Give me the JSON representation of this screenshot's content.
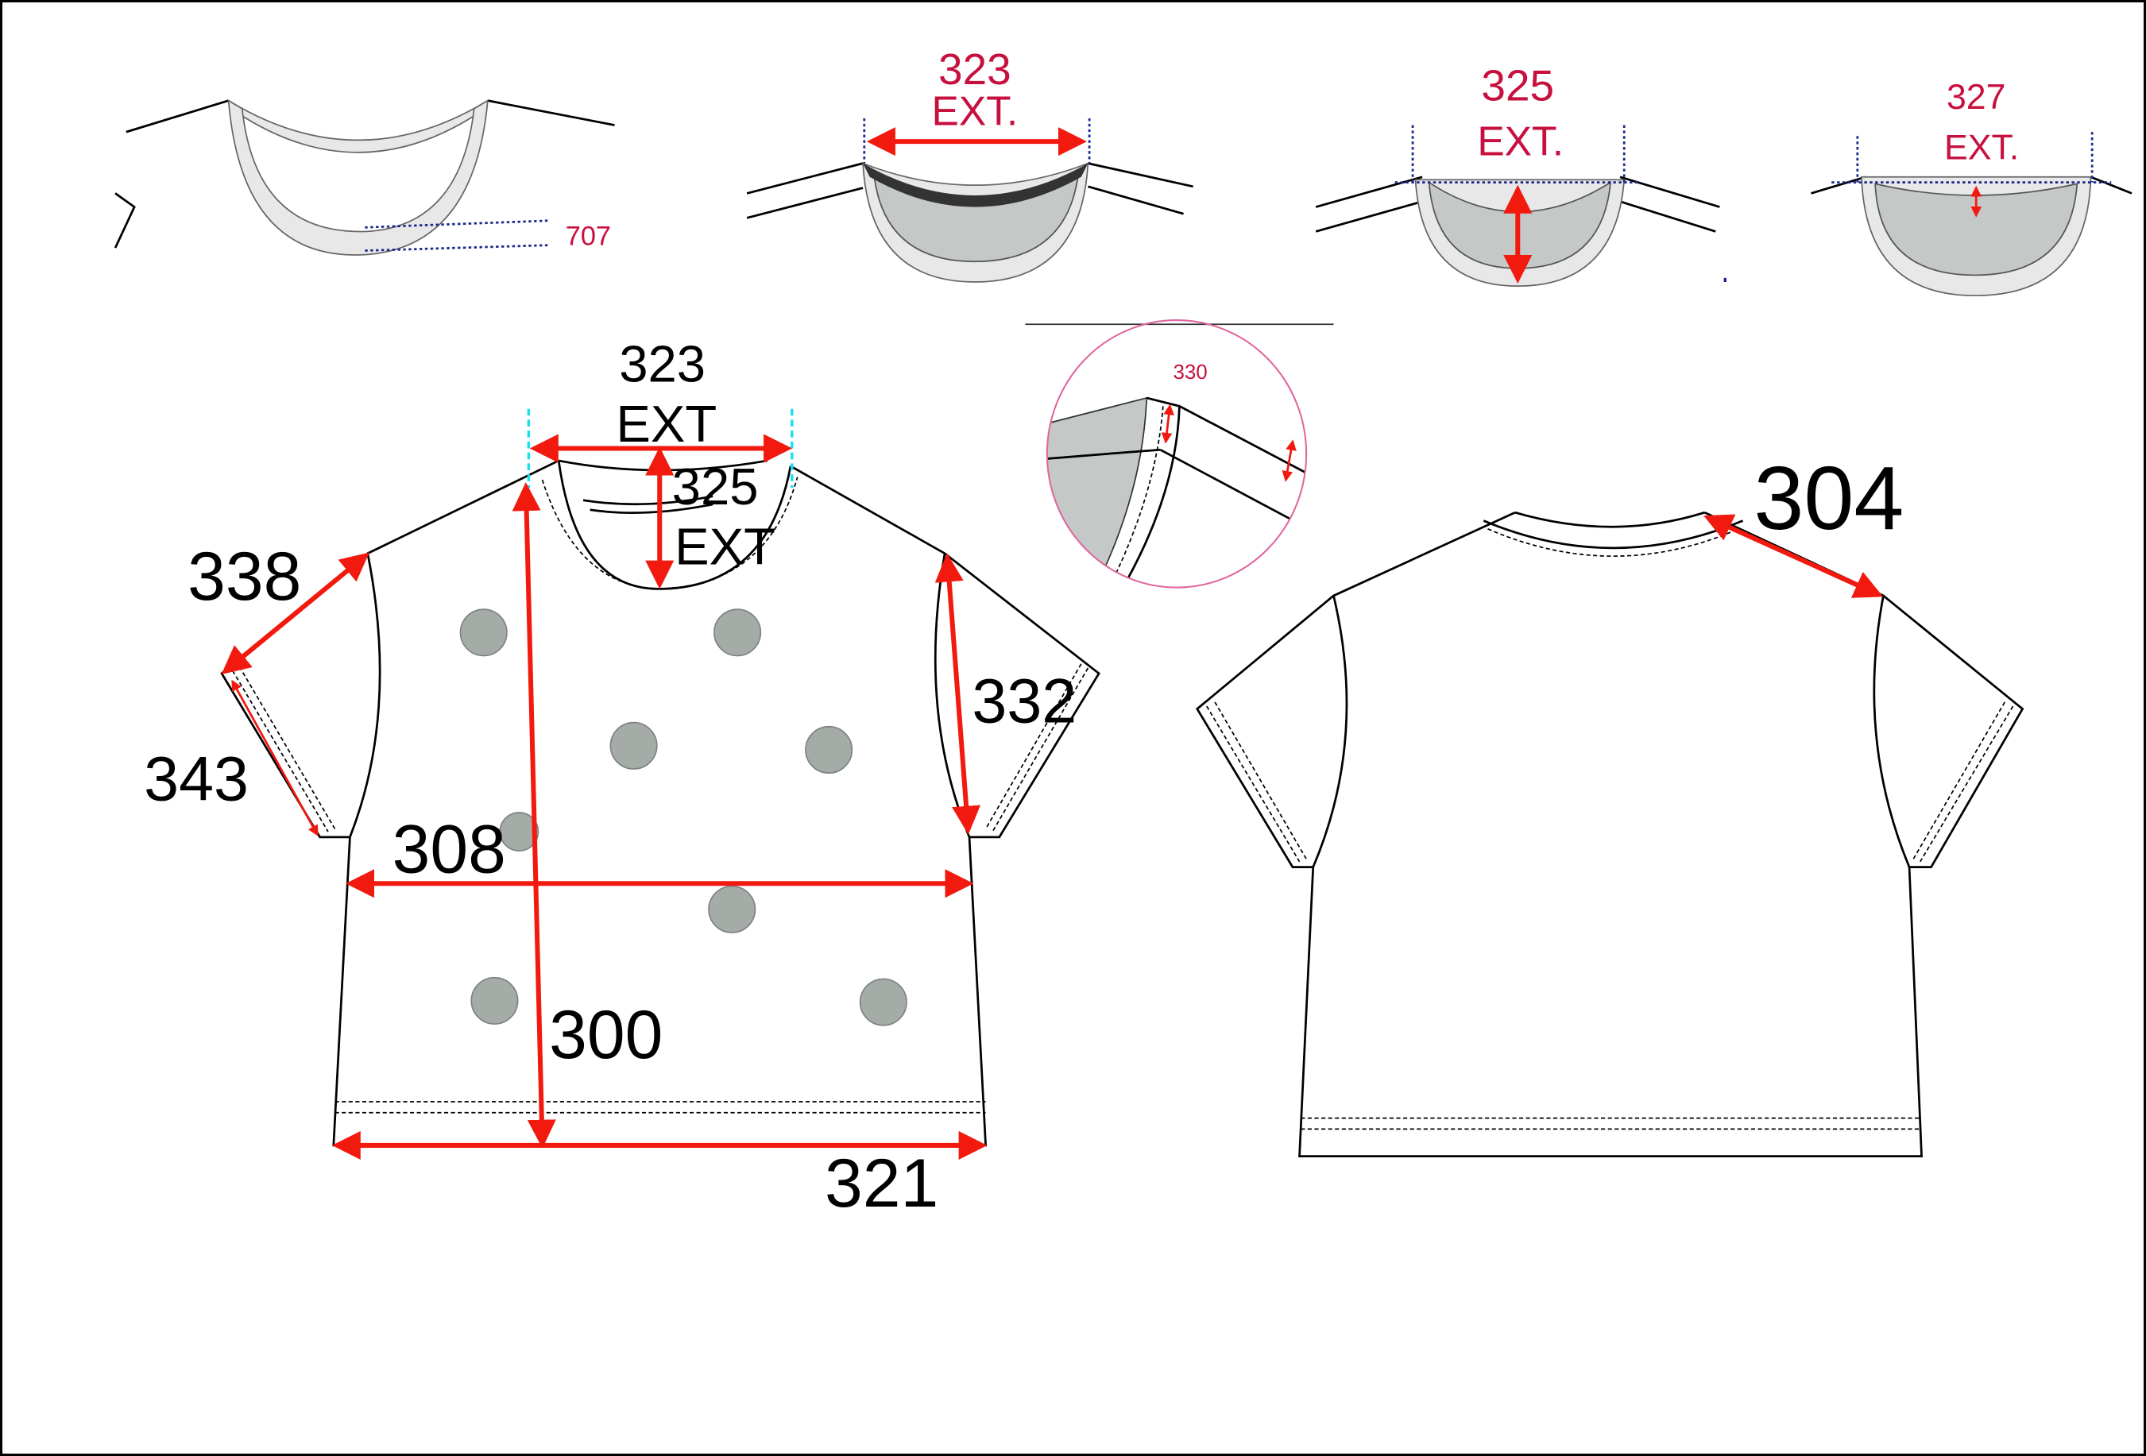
{
  "title": "T-shirt measurement spec diagram",
  "neck_details": [
    {
      "id": "neck-rib-height",
      "label": "707"
    },
    {
      "id": "neck-width-ext",
      "label": "323",
      "sub": "EXT."
    },
    {
      "id": "front-neck-drop-ext",
      "label": "325",
      "sub": "EXT."
    },
    {
      "id": "back-neck-drop-ext",
      "label": "327",
      "sub": "EXT."
    }
  ],
  "shoulder_detail": {
    "label": "330"
  },
  "front_view": {
    "neck_width": {
      "label": "323",
      "sub": "EXT"
    },
    "front_neck_drop": {
      "label": "325",
      "sub": "EXT"
    },
    "shoulder": "338",
    "sleeve_opening": "343",
    "chest_width": "308",
    "body_length": "300",
    "armhole": "332",
    "hem_width": "321"
  },
  "back_view": {
    "across_shoulder": "304"
  },
  "colors": {
    "arrow": "#f2190f",
    "callout": "#c8103e",
    "guide": "#19e0f0",
    "dotted_guide": "#1a2a8a"
  }
}
